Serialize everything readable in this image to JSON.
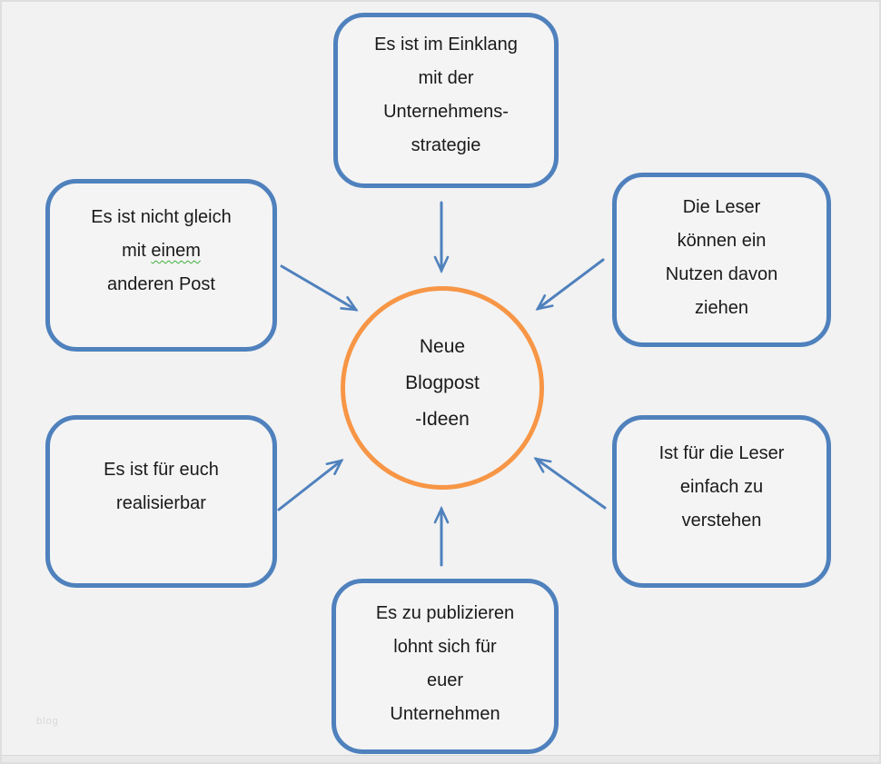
{
  "center": {
    "lines": [
      "Neue",
      "Blogpost",
      "-Ideen"
    ]
  },
  "nodes": {
    "top": {
      "lines": [
        "Es ist im Einklang",
        "mit der",
        "Unternehmens-",
        "strategie"
      ]
    },
    "top_left": {
      "line1": "Es ist nicht gleich",
      "line2_prefix": "mit",
      "line2_underlined": "einem",
      "line3": "anderen Post"
    },
    "top_right": {
      "lines": [
        "Die Leser",
        "können ein",
        "Nutzen davon",
        "ziehen"
      ]
    },
    "bottom_left": {
      "lines": [
        "Es ist für euch",
        "realisierbar"
      ]
    },
    "bottom_right": {
      "lines": [
        "Ist für die Leser",
        "einfach zu",
        "verstehen"
      ]
    },
    "bottom": {
      "lines": [
        "Es zu publizieren",
        "lohnt sich für",
        "euer",
        "Unternehmen"
      ]
    }
  },
  "watermark": {
    "text": "blog"
  },
  "colors": {
    "node_border": "#4F81BD",
    "center_border": "#F79646",
    "arrow": "#4F81BD",
    "background": "#F2F2F2",
    "text": "#1A1A1A",
    "spellcheck_underline": "#3FAF3F",
    "watermark": "#D9D9D9"
  }
}
